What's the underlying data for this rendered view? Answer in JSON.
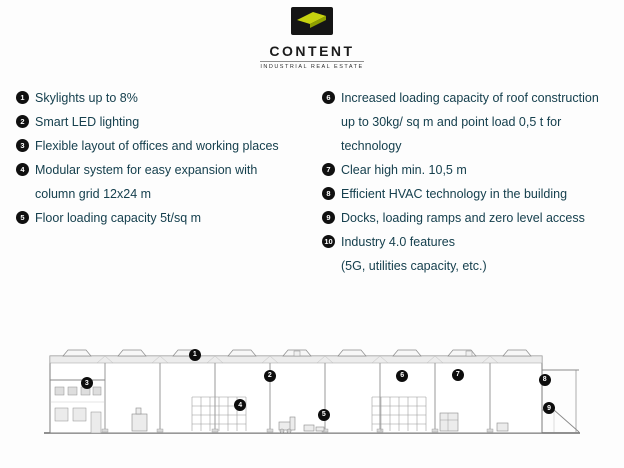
{
  "logo": {
    "name": "CONTENT",
    "tagline": "INDUSTRIAL REAL ESTATE",
    "accent_color": "#c6d20f"
  },
  "features": {
    "left": [
      {
        "num": "1",
        "text": "Skylights up to 8%"
      },
      {
        "num": "2",
        "text": "Smart LED lighting"
      },
      {
        "num": "3",
        "text": "Flexible layout of offices and working places"
      },
      {
        "num": "4",
        "text": "Modular system for easy expansion with column grid 12x24 m"
      },
      {
        "num": "5",
        "text": "Floor loading capacity 5t/sq m"
      }
    ],
    "right": [
      {
        "num": "6",
        "text": "Increased loading capacity of roof construction up to 30kg/ sq m and point load 0,5 t for technology"
      },
      {
        "num": "7",
        "text": "Clear high min. 10,5 m"
      },
      {
        "num": "8",
        "text": "Efficient HVAC technology in the building"
      },
      {
        "num": "9",
        "text": "Docks, loading ramps and zero level access"
      },
      {
        "num": "10",
        "text": "Industry 4.0 features\n(5G, utilities capacity, etc.)"
      }
    ]
  },
  "diagram": {
    "label": "building-cross-section",
    "markers": [
      {
        "n": "1",
        "x": 28.3,
        "y": 14
      },
      {
        "n": "2",
        "x": 42.2,
        "y": 34
      },
      {
        "n": "3",
        "x": 8.3,
        "y": 41
      },
      {
        "n": "4",
        "x": 36.7,
        "y": 62
      },
      {
        "n": "5",
        "x": 52.2,
        "y": 71
      },
      {
        "n": "6",
        "x": 66.7,
        "y": 34
      },
      {
        "n": "7",
        "x": 77.0,
        "y": 33
      },
      {
        "n": "8",
        "x": 93.1,
        "y": 38
      },
      {
        "n": "9",
        "x": 93.9,
        "y": 65
      }
    ]
  },
  "colors": {
    "text": "#16404e",
    "badge": "#101010",
    "background": "#fdfdfd"
  }
}
